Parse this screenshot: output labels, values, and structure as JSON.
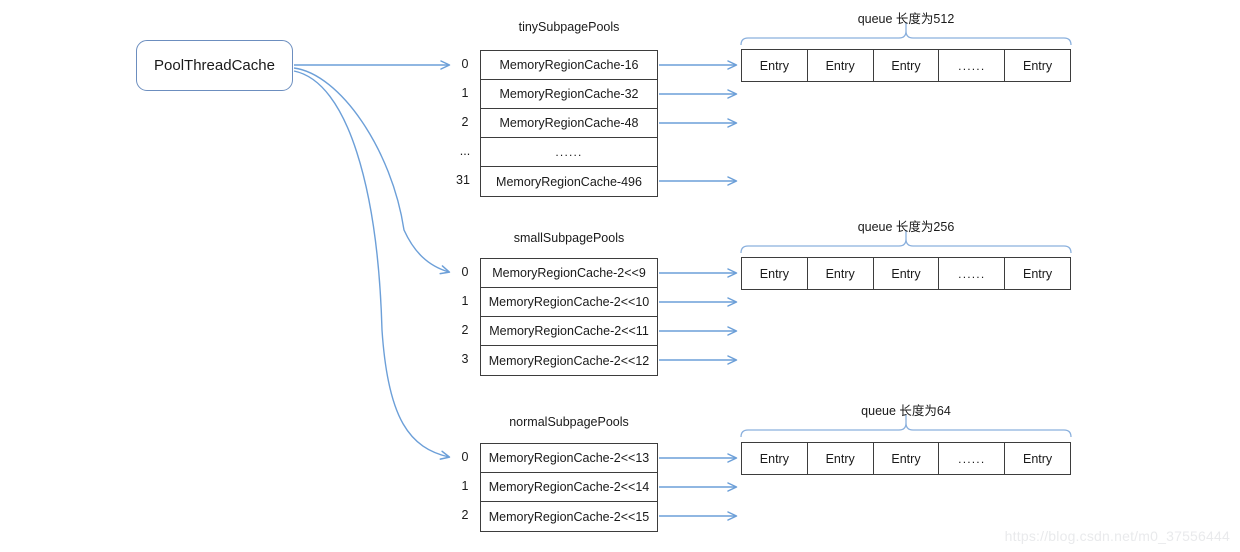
{
  "diagram": {
    "root": {
      "label": "PoolThreadCache"
    },
    "accent_color": "#6c8ebf",
    "border_color": "#3d3d3d",
    "groups": [
      {
        "id": "tiny",
        "title": "tinySubpagePools",
        "indices": [
          "0",
          "1",
          "2",
          "...",
          "31"
        ],
        "rows": [
          "MemoryRegionCache-16",
          "MemoryRegionCache-32",
          "MemoryRegionCache-48",
          "......",
          "MemoryRegionCache-496"
        ],
        "queue": {
          "caption": "queue  长度为512",
          "cells": [
            "Entry",
            "Entry",
            "Entry",
            "......",
            "Entry"
          ]
        }
      },
      {
        "id": "small",
        "title": "smallSubpagePools",
        "indices": [
          "0",
          "1",
          "2",
          "3"
        ],
        "rows": [
          "MemoryRegionCache-2<<9",
          "MemoryRegionCache-2<<10",
          "MemoryRegionCache-2<<11",
          "MemoryRegionCache-2<<12"
        ],
        "queue": {
          "caption": "queue  长度为256",
          "cells": [
            "Entry",
            "Entry",
            "Entry",
            "......",
            "Entry"
          ]
        }
      },
      {
        "id": "normal",
        "title": "normalSubpagePools",
        "indices": [
          "0",
          "1",
          "2"
        ],
        "rows": [
          "MemoryRegionCache-2<<13",
          "MemoryRegionCache-2<<14",
          "MemoryRegionCache-2<<15"
        ],
        "queue": {
          "caption": "queue  长度为64",
          "cells": [
            "Entry",
            "Entry",
            "Entry",
            "......",
            "Entry"
          ]
        }
      }
    ],
    "watermark": "https://blog.csdn.net/m0_37556444"
  }
}
